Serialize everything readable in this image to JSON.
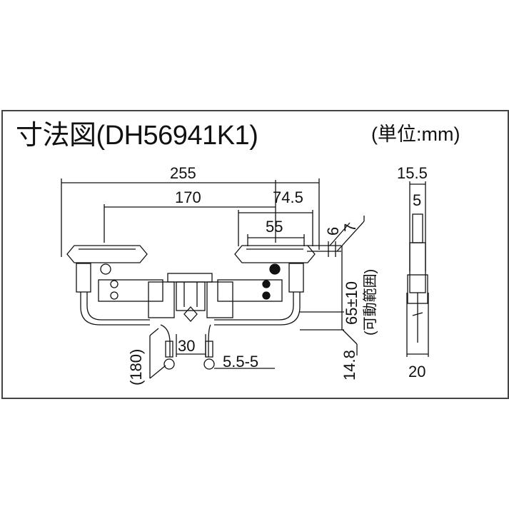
{
  "diagram": {
    "title": "寸法図(DH56941K1)",
    "unit_label": "(単位:mm)",
    "model": "DH56941K1",
    "colors": {
      "line": "#111111",
      "frame": "#444444",
      "background": "#ffffff"
    },
    "front_view": {
      "dimensions": {
        "overall_width": "255",
        "mount_pitch": "170",
        "head_offset": "74.5",
        "head_width": "55",
        "dim_6": "6",
        "dim_7": "7",
        "adjustable": "65±10",
        "adjustable_note": "(可動範囲)",
        "bottom_offset": "14.8",
        "cable_length": "(180)",
        "terminal_spacing": "30",
        "terminal_spec": "5.5-5"
      }
    },
    "side_view": {
      "dimensions": {
        "top_width": "15.5",
        "inner_width": "5",
        "bottom_width": "20"
      }
    }
  }
}
